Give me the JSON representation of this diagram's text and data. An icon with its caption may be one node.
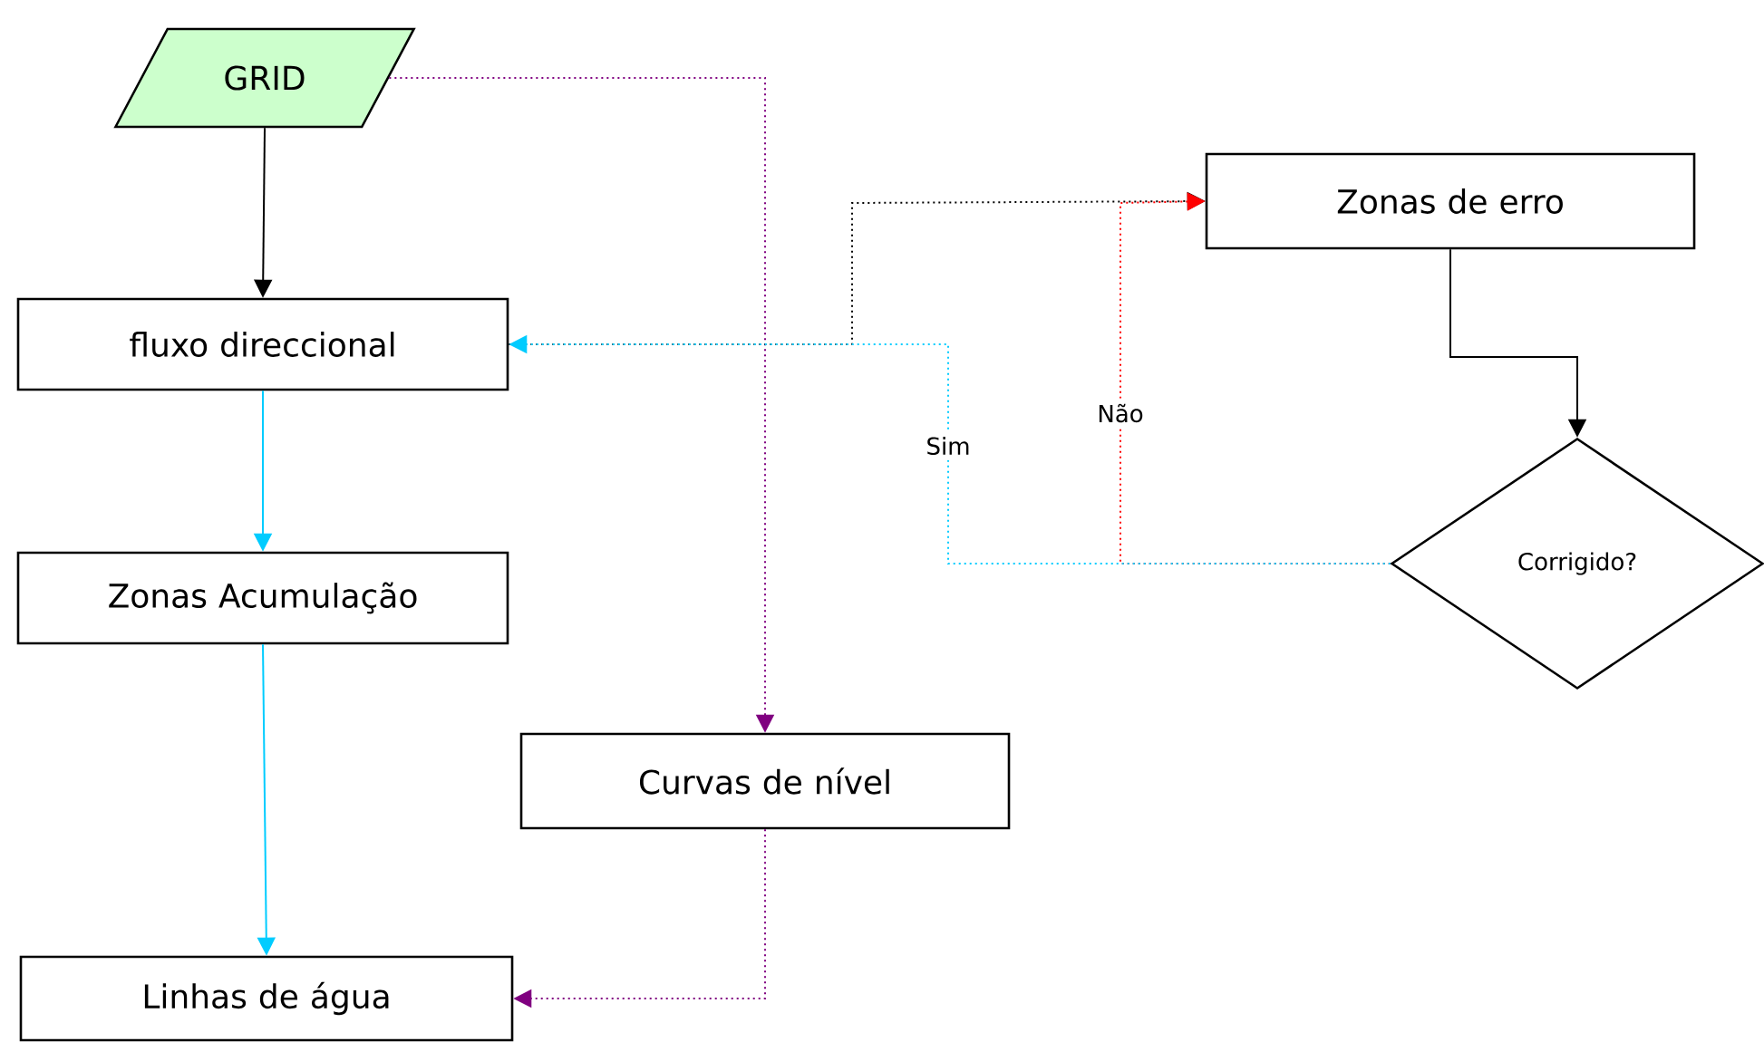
{
  "diagram": {
    "nodes": [
      {
        "text": [
          "GRID"
        ]
      },
      {
        "text": [
          "fluxo direccional"
        ]
      },
      {
        "text": [
          "Zonas Acumulação"
        ]
      },
      {
        "text": [
          "Linhas de água"
        ]
      },
      {
        "text": [
          "Curvas de nível"
        ]
      },
      {
        "text": [
          "Zonas de erro"
        ]
      },
      {
        "text": [
          "Corrigido?"
        ]
      }
    ],
    "edges": [
      {
        "from": 0,
        "to": 1,
        "arrow": "to"
      },
      {
        "from": 1,
        "to": 2,
        "arrow": "to",
        "color": "#00ccff"
      },
      {
        "from": 2,
        "to": 3,
        "arrow": "to",
        "color": "#00ccff"
      },
      {
        "from": 0,
        "to": 4,
        "arrow": "to",
        "style": "dashed",
        "color": "#800080"
      },
      {
        "from": 4,
        "to": 3,
        "arrow": "to",
        "style": "dashed",
        "color": "#800080"
      },
      {
        "from": 1,
        "to": 5,
        "arrow": "to",
        "style": "dashed"
      },
      {
        "from": 5,
        "to": 6,
        "arrow": "to"
      },
      {
        "from": 6,
        "to": 5,
        "arrow": "to",
        "style": "dashed",
        "color": "#ff0000",
        "label": "Não"
      },
      {
        "from": 6,
        "to": 1,
        "arrow": "to",
        "style": "dashed",
        "color": "#00ccff",
        "label": "Sim"
      }
    ]
  }
}
